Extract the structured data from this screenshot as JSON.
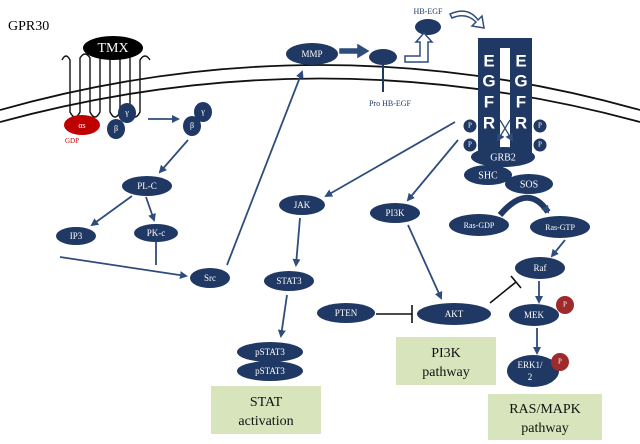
{
  "title": "GPR30",
  "colors": {
    "node": "#1f3864",
    "alpha": "#c00000",
    "phospho": "#9e2a2b",
    "box": "#d8e4bc",
    "arrow": "#2e4d7b"
  },
  "labels": {
    "tmx": "TMX",
    "alpha_s": "αs",
    "gdp": "GDP",
    "beta": "β",
    "gamma": "γ",
    "mmp": "MMP",
    "hb_egf": "HB-EGF",
    "pro_hb_egf": "Pro HB-EGF",
    "egfr_letters": [
      "E",
      "G",
      "F",
      "R"
    ],
    "p": "P",
    "grb2": "GRB2",
    "shc": "SHC",
    "sos": "SOS",
    "plc": "PL-C",
    "ip3": "IP3",
    "pkc": "PK-c",
    "src": "Src",
    "jak": "JAK",
    "stat3": "STAT3",
    "pstat3": "pSTAT3",
    "pi3k": "PI3K",
    "pten": "PTEN",
    "akt": "AKT",
    "ras_gdp": "Ras-GDP",
    "ras_gtp": "Ras-GTP",
    "raf": "Raf",
    "mek": "MEK",
    "erk": [
      "ERK1/",
      "2"
    ]
  },
  "boxes": {
    "stat": [
      "STAT",
      "activation"
    ],
    "pi3k": [
      "PI3K",
      "pathway"
    ],
    "ras": [
      "RAS/MAPK",
      "pathway"
    ]
  }
}
